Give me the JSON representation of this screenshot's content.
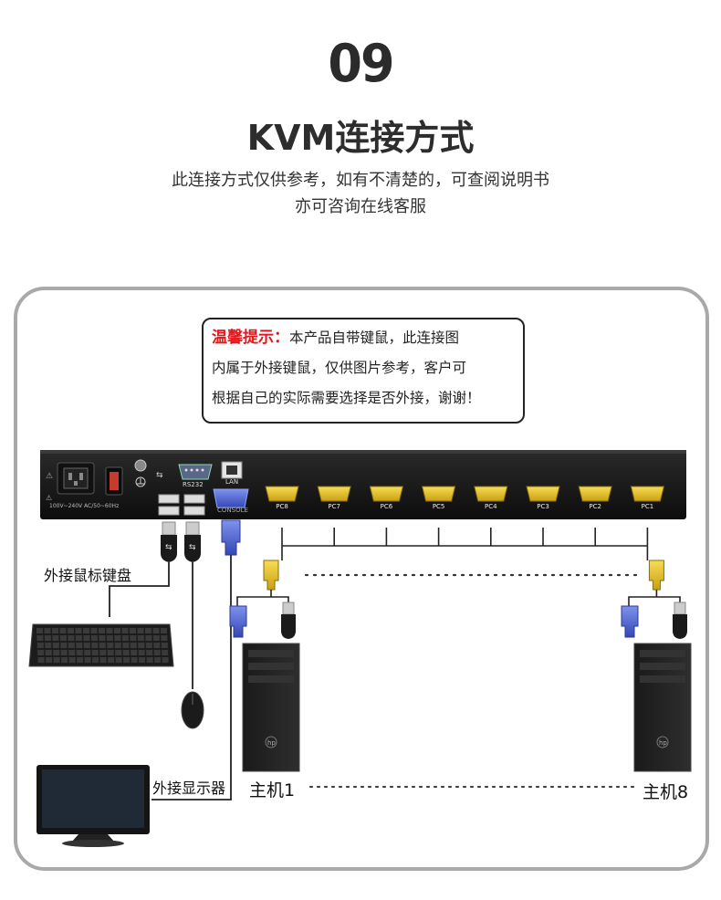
{
  "header": {
    "number": "09",
    "title": "KVM连接方式",
    "subtitle_line1": "此连接方式仅供参考，如有不清楚的，可查阅说明书",
    "subtitle_line2": "亦可咨询在线客服"
  },
  "tip": {
    "heading": "温馨提示：",
    "line1": "本产品自带键鼠，此连接图",
    "line2": "内属于外接键鼠，仅供图片参考，客户可",
    "line3": "根据自己的实际需要选择是否外接，谢谢！"
  },
  "device": {
    "power_label": "100V~240V AC/50~60Hz",
    "rs232_label": "RS232",
    "lan_label": "LAN",
    "console_label": "CONSOLE",
    "ports": [
      "PC8",
      "PC7",
      "PC6",
      "PC5",
      "PC4",
      "PC3",
      "PC2",
      "PC1"
    ]
  },
  "labels": {
    "external_keyboard_mouse": "外接鼠标键盘",
    "external_display": "外接显示器",
    "host_first": "主机1",
    "host_last": "主机8"
  },
  "colors": {
    "tip_heading": "#e0191e",
    "vga_port_yellow": "#e9c21a",
    "console_port_blue": "#4f6bd8",
    "frame_border": "#a9a9a9"
  }
}
